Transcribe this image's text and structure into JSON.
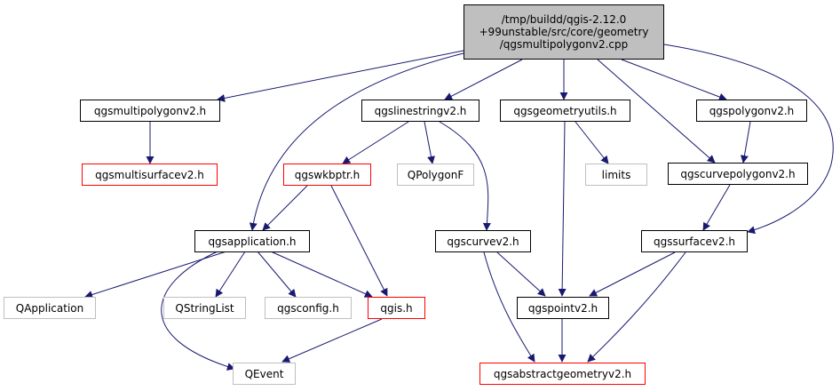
{
  "colors": {
    "edge": "#191970",
    "black_border": "#000000",
    "red_border": "#ff0000",
    "gray_border": "#bfbfbf",
    "root_fill": "#bfbfbf"
  },
  "root": {
    "line1": "/tmp/buildd/qgis-2.12.0",
    "line2": "+99unstable/src/core/geometry",
    "line3": "/qgsmultipolygonv2.cpp"
  },
  "nodes": {
    "qgsmultipolygonv2_h": "qgsmultipolygonv2.h",
    "qgslinestringv2_h": "qgslinestringv2.h",
    "qgsgeometryutils_h": "qgsgeometryutils.h",
    "qgspolygonv2_h": "qgspolygonv2.h",
    "qgsmultisurfacev2_h": "qgsmultisurfacev2.h",
    "qgswkbptr_h": "qgswkbptr.h",
    "QPolygonF": "QPolygonF",
    "limits": "limits",
    "qgscurvepolygonv2_h": "qgscurvepolygonv2.h",
    "qgsapplication_h": "qgsapplication.h",
    "qgscurvev2_h": "qgscurvev2.h",
    "qgssurfacev2_h": "qgssurfacev2.h",
    "QApplication": "QApplication",
    "QStringList": "QStringList",
    "qgsconfig_h": "qgsconfig.h",
    "qgis_h": "qgis.h",
    "qgspointv2_h": "qgspointv2.h",
    "QEvent": "QEvent",
    "qgsabstractgeometryv2_h": "qgsabstractgeometryv2.h"
  }
}
